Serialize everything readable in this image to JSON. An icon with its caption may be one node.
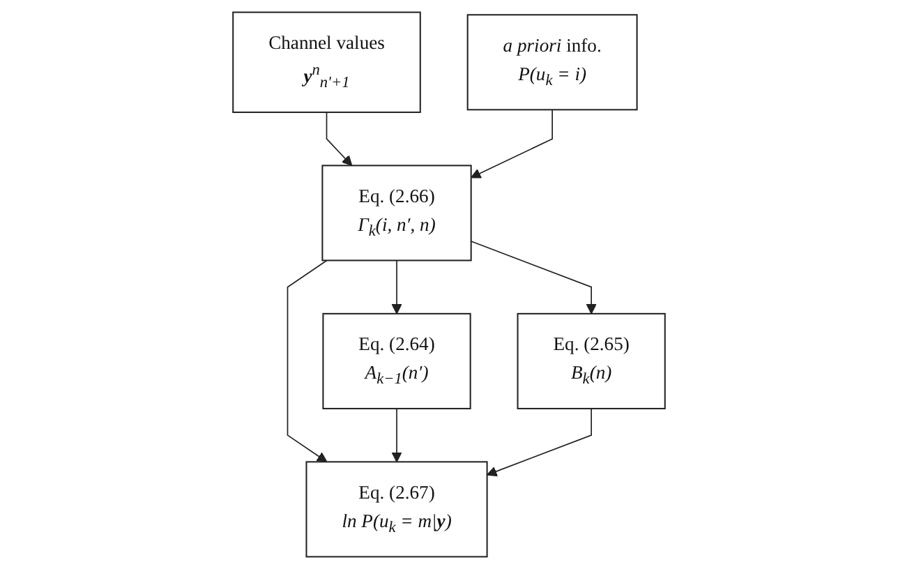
{
  "diagram": {
    "nodes": [
      {
        "text": [
          "Channel values",
          "**y**$^{n}$$_{n'+1}$"
        ]
      },
      {
        "text": [
          "*a priori* info.",
          "P(u$_{k}$ = i)"
        ]
      },
      {
        "text": [
          "Eq. (2.66)",
          "Γ$_{k}$(i, n′, n)"
        ]
      },
      {
        "text": [
          "Eq. (2.64)",
          "A$_{k−1}$(n′)"
        ]
      },
      {
        "text": [
          "Eq. (2.67)",
          "ln P(u$_{k}$ = m|**y**)"
        ]
      },
      {
        "text": [
          "Eq. (2.65)",
          "B$_{k}$(n)"
        ]
      }
    ],
    "edges": [
      {
        "from": 0,
        "to": 2,
        "arrow": "to"
      },
      {
        "from": 1,
        "to": 2,
        "arrow": "to"
      },
      {
        "from": 2,
        "to": 3,
        "arrow": "to"
      },
      {
        "from": 2,
        "to": 4,
        "arrow": "to"
      },
      {
        "from": 2,
        "to": 5,
        "arrow": "to"
      },
      {
        "from": 3,
        "to": 4,
        "arrow": "to"
      },
      {
        "from": 5,
        "to": 4,
        "arrow": "to"
      }
    ]
  }
}
